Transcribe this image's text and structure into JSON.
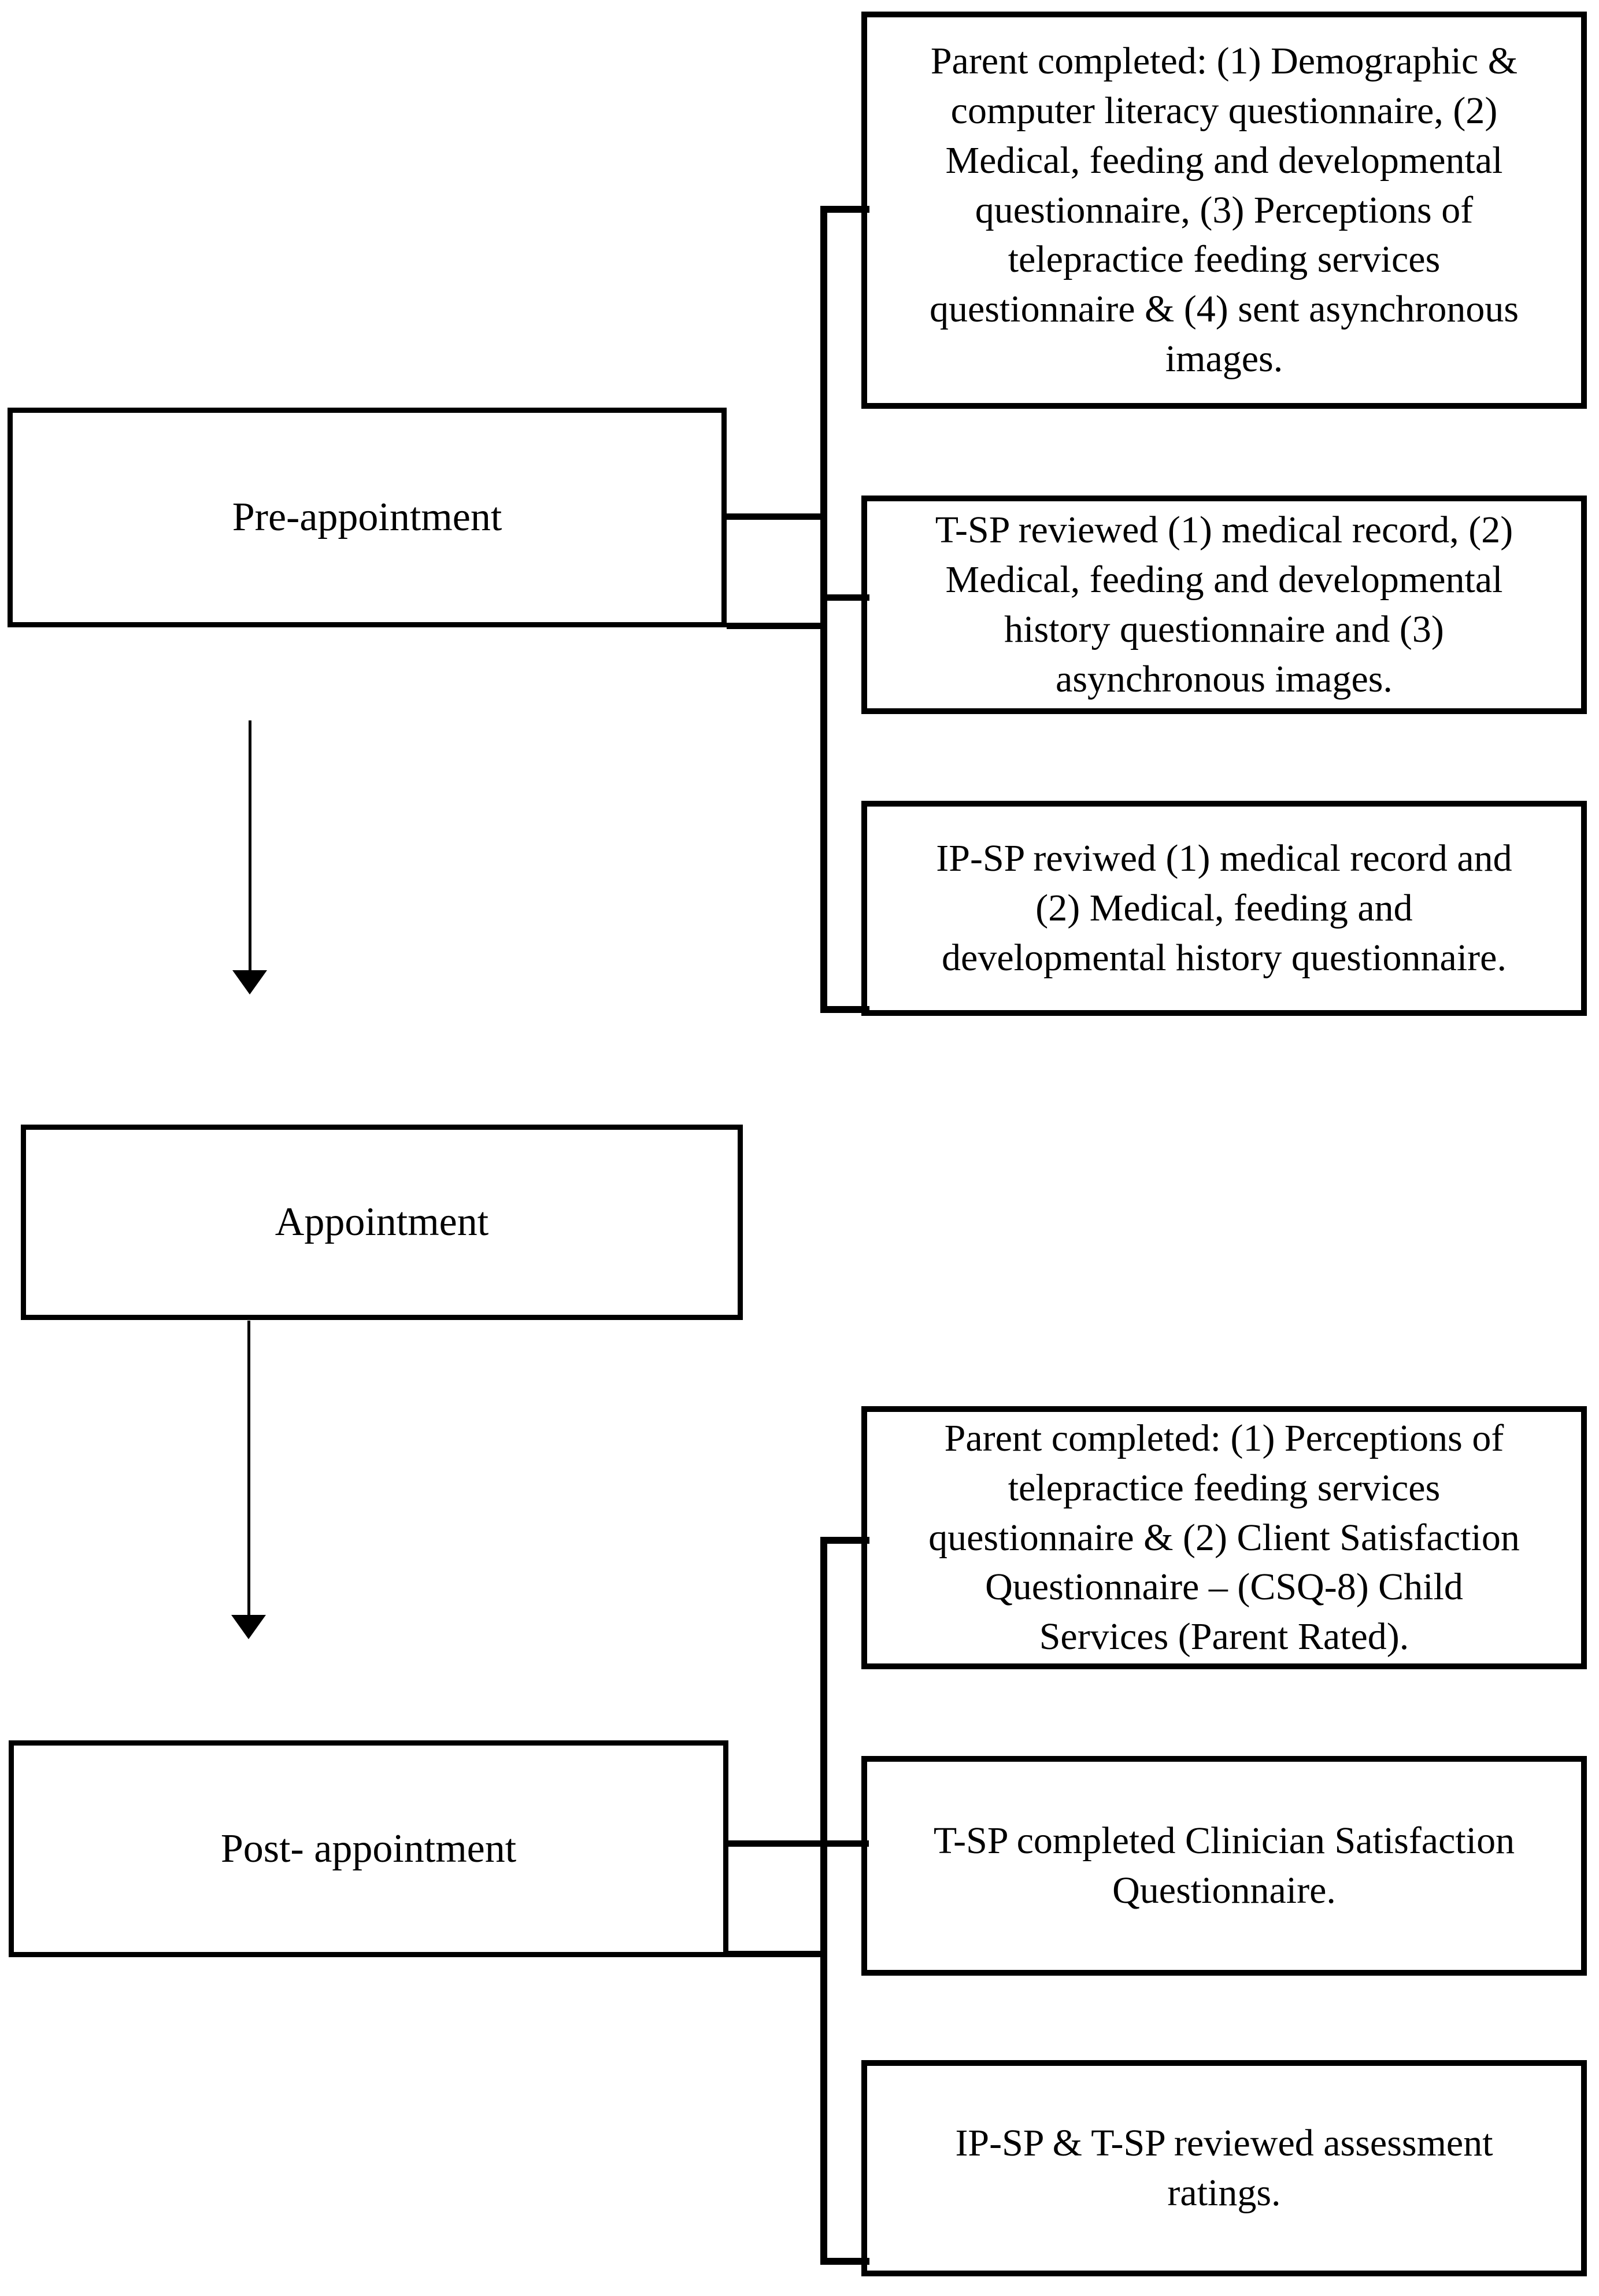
{
  "colors": {
    "line": "#000000",
    "background": "#ffffff",
    "text": "#000000"
  },
  "stages": [
    {
      "label": "Pre-appointment"
    },
    {
      "label": "Appointment"
    },
    {
      "label": "Post- appointment"
    }
  ],
  "details": [
    {
      "label": "Parent completed: (1) Demographic &\ncomputer literacy questionnaire, (2)\nMedical, feeding and developmental\nquestionnaire, (3) Perceptions of\ntelepractice feeding services\nquestionnaire & (4) sent asynchronous\nimages."
    },
    {
      "label": "T-SP reviewed (1) medical record, (2)\nMedical, feeding and developmental\nhistory questionnaire and (3)\nasynchronous images."
    },
    {
      "label": "IP-SP reviwed (1) medical record and\n(2) Medical, feeding and\ndevelopmental history questionnaire."
    },
    {
      "label": "Parent completed: (1) Perceptions of\ntelepractice feeding services\nquestionnaire & (2) Client Satisfaction\nQuestionnaire – (CSQ-8) Child\nServices (Parent Rated)."
    },
    {
      "label": "T-SP completed Clinician Satisfaction\nQuestionnaire."
    },
    {
      "label": "IP-SP & T-SP reviewed assessment\nratings."
    }
  ]
}
